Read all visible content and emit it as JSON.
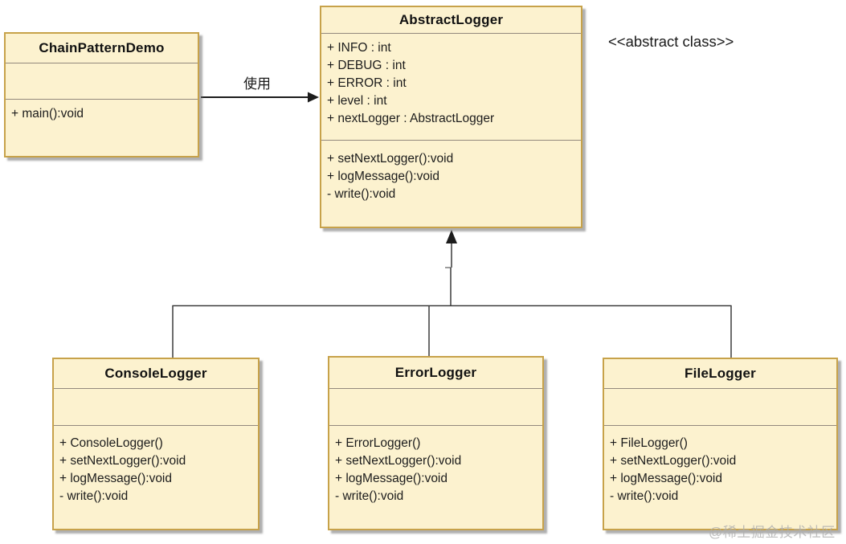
{
  "labels": {
    "use": "使用",
    "annotation": "<<abstract class>>",
    "watermark": "@稀土掘金技术社区"
  },
  "colors": {
    "box_fill": "#FCF2CF",
    "box_border": "#C7A24A",
    "separator": "#93897D",
    "connector": "#222222",
    "text": "#1A1A1A",
    "watermark": "#AFAFAF"
  },
  "classes": {
    "chain_pattern_demo": {
      "title": "ChainPatternDemo",
      "attributes": [],
      "methods": [
        "+ main():void"
      ]
    },
    "abstract_logger": {
      "title": "AbstractLogger",
      "attributes": [
        "+ INFO : int",
        "+ DEBUG : int",
        "+ ERROR : int",
        "+ level : int",
        "+ nextLogger : AbstractLogger"
      ],
      "methods": [
        "+ setNextLogger():void",
        "+ logMessage():void",
        "- write():void"
      ]
    },
    "console_logger": {
      "title": "ConsoleLogger",
      "attributes": [],
      "methods": [
        "+ ConsoleLogger()",
        "+ setNextLogger():void",
        "+ logMessage():void",
        "- write():void"
      ]
    },
    "error_logger": {
      "title": "ErrorLogger",
      "attributes": [],
      "methods": [
        "+ ErrorLogger()",
        "+ setNextLogger():void",
        "+ logMessage():void",
        "- write():void"
      ]
    },
    "file_logger": {
      "title": "FileLogger",
      "attributes": [],
      "methods": [
        "+ FileLogger()",
        "+ setNextLogger():void",
        "+ logMessage():void",
        "- write():void"
      ]
    }
  },
  "relationships": [
    {
      "type": "dependency",
      "from": "ChainPatternDemo",
      "to": "AbstractLogger",
      "label": "使用"
    },
    {
      "type": "inheritance",
      "from": "ConsoleLogger",
      "to": "AbstractLogger"
    },
    {
      "type": "inheritance",
      "from": "ErrorLogger",
      "to": "AbstractLogger"
    },
    {
      "type": "inheritance",
      "from": "FileLogger",
      "to": "AbstractLogger"
    }
  ]
}
